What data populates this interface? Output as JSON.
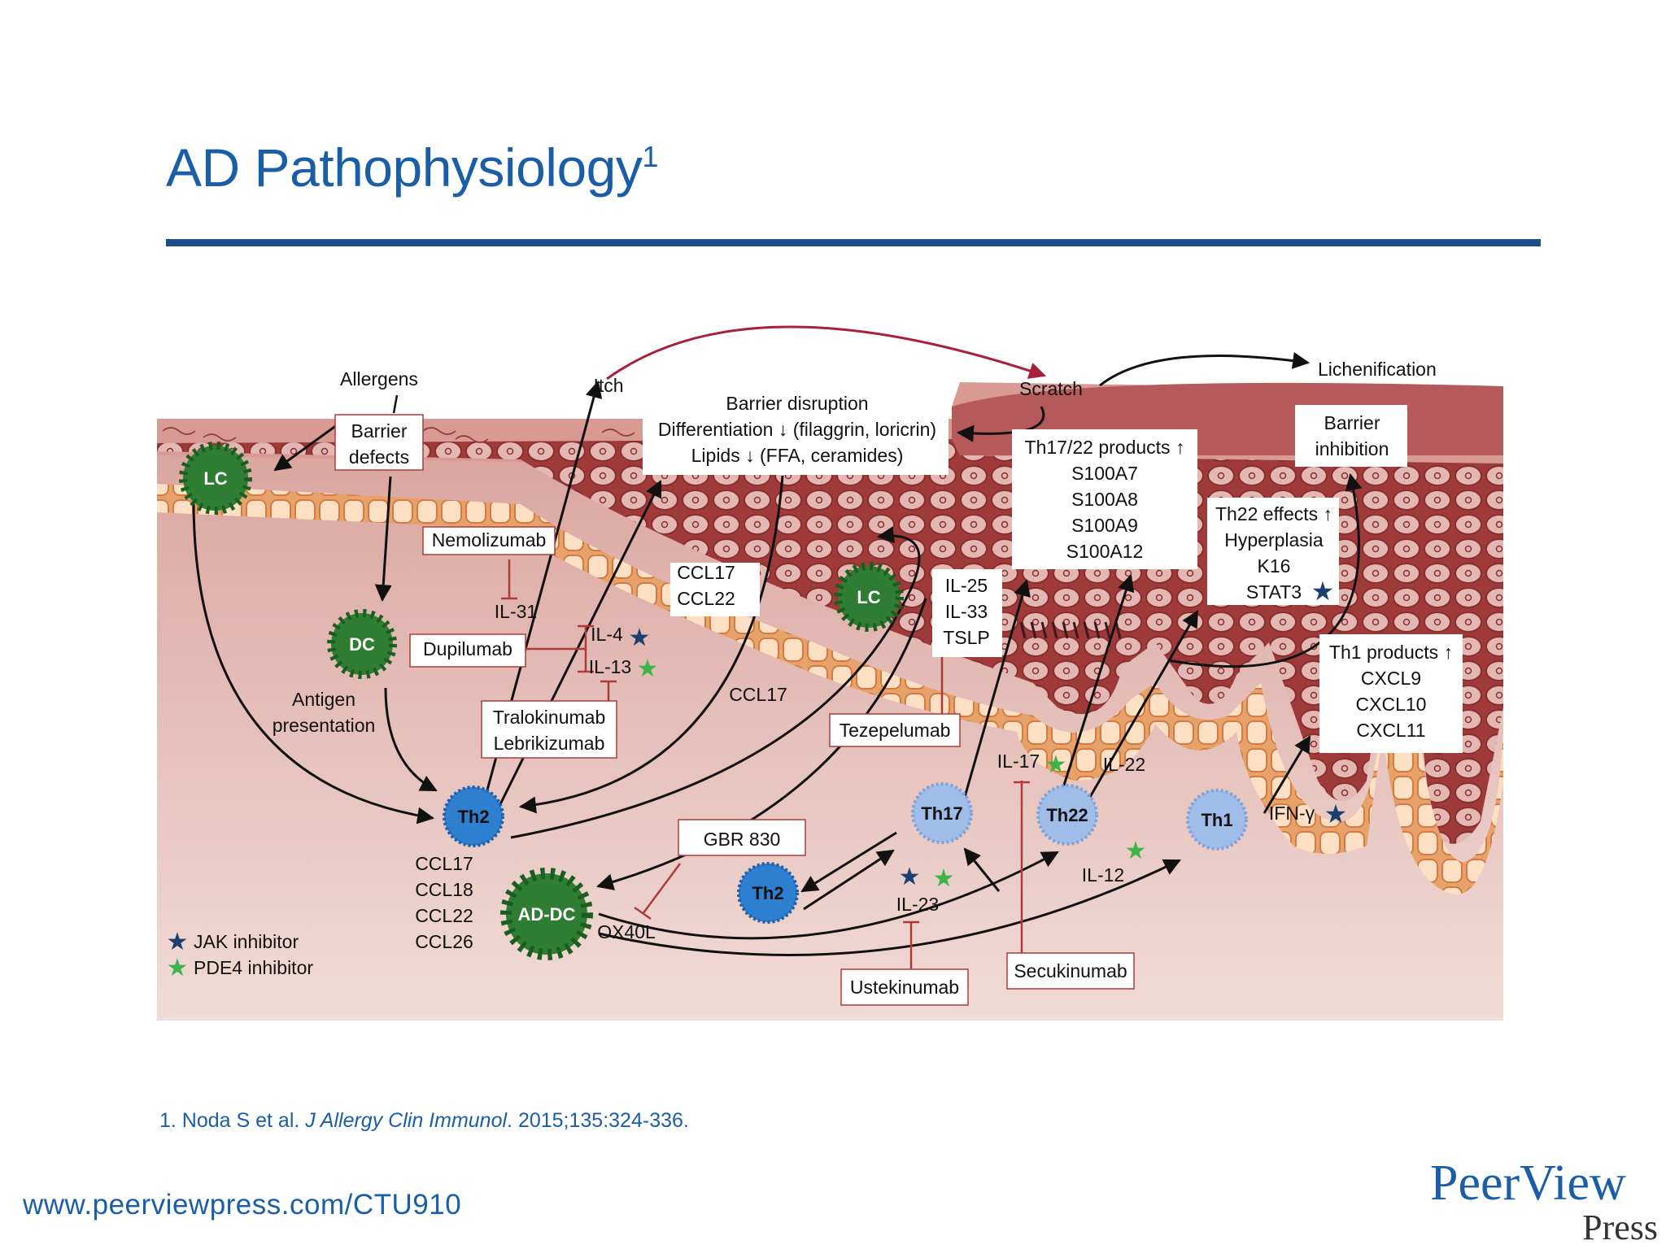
{
  "slide": {
    "title": "AD Pathophysiology",
    "title_sup": "1",
    "footnote_prefix": "1. Noda S et al. ",
    "footnote_journal": "J Allergy Clin Immunol",
    "footnote_suffix": ". 2015;135:324-336.",
    "url": "www.peerviewpress.com/CTU910",
    "logo_line1": "PeerView",
    "logo_line2": "Press"
  },
  "diagram": {
    "labels": {
      "allergens": "Allergens",
      "barrier_defects_1": "Barrier",
      "barrier_defects_2": "defects",
      "itch": "Itch",
      "scratch": "Scratch",
      "lichenification": "Lichenification",
      "barrier_disruption_1": "Barrier disruption",
      "barrier_disruption_2": "Differentiation ↓ (filaggrin, loricrin)",
      "barrier_disruption_3": "Lipids ↓ (FFA, ceramides)",
      "barrier_inhibition_1": "Barrier",
      "barrier_inhibition_2": "inhibition",
      "th1722_products": [
        "Th17/22 products ↑",
        "S100A7",
        "S100A8",
        "S100A9",
        "S100A12"
      ],
      "th22_effects": [
        "Th22 effects ↑",
        "Hyperplasia",
        "K16",
        "STAT3"
      ],
      "th1_products": [
        "Th1 products ↑",
        "CXCL9",
        "CXCL10",
        "CXCL11"
      ],
      "nemolizumab": "Nemolizumab",
      "il31": "IL-31",
      "dupilumab": "Dupilumab",
      "il4": "IL-4",
      "il13": "IL-13",
      "tralokinumab": "Tralokinumab",
      "lebrikizumab": "Lebrikizumab",
      "ccl17_22_a": "CCL17",
      "ccl17_22_b": "CCL22",
      "ccl17": "CCL17",
      "il25_group": [
        "IL-25",
        "IL-33",
        "TSLP"
      ],
      "tezepelumab": "Tezepelumab",
      "antigen_1": "Antigen",
      "antigen_2": "presentation",
      "il17": "IL-17",
      "il22": "IL-22",
      "ifng": "IFN-γ",
      "il12": "IL-12",
      "il23": "IL-23",
      "gbr830": "GBR 830",
      "ox40l": "OX40L",
      "ustekinumab": "Ustekinumab",
      "secukinumab": "Secukinumab",
      "chemokines": [
        "CCL17",
        "CCL18",
        "CCL22",
        "CCL26"
      ]
    },
    "cells": {
      "lc": "LC",
      "dc": "DC",
      "ad_dc": "AD-DC",
      "th2": "Th2",
      "th17": "Th17",
      "th22": "Th22",
      "th1": "Th1"
    },
    "legend": {
      "jak": "JAK inhibitor",
      "pde4": "PDE4 inhibitor"
    },
    "colors": {
      "jak_star": "#1b3f6e",
      "pde4_star": "#3db34a",
      "th2_cell": "#2f7fd1",
      "th_light": "#9fbde8",
      "dendritic": "#2e7d32",
      "inhibit_line": "#b03a3a",
      "itch_arrow": "#a8213a"
    }
  }
}
